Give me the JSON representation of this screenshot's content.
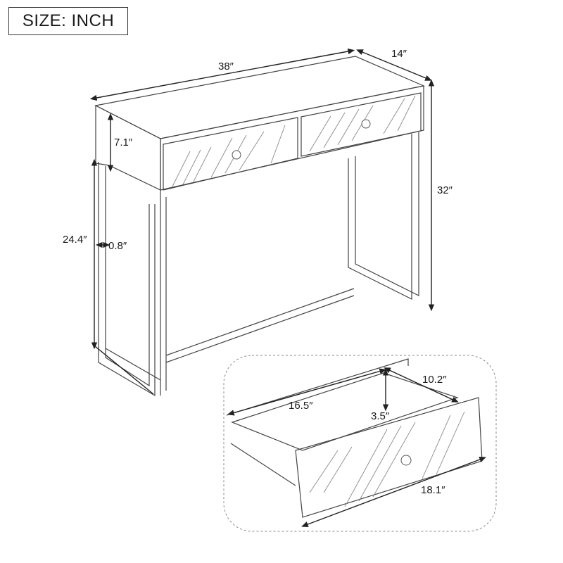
{
  "header": {
    "unit_label": "SIZE: INCH"
  },
  "dimensions": {
    "width": "38″",
    "depth": "14″",
    "height": "32″",
    "apron_height": "7.1″",
    "leg_height": "24.4″",
    "leg_thickness": "0.8″"
  },
  "drawer_detail": {
    "inner_width": "16.5″",
    "inner_depth": "10.2″",
    "inner_height": "3.5″",
    "front_width": "18.1″"
  },
  "colors": {
    "line": "#333333",
    "pattern": "#8a8a8a",
    "background": "#ffffff",
    "inset_border": "#888888"
  }
}
